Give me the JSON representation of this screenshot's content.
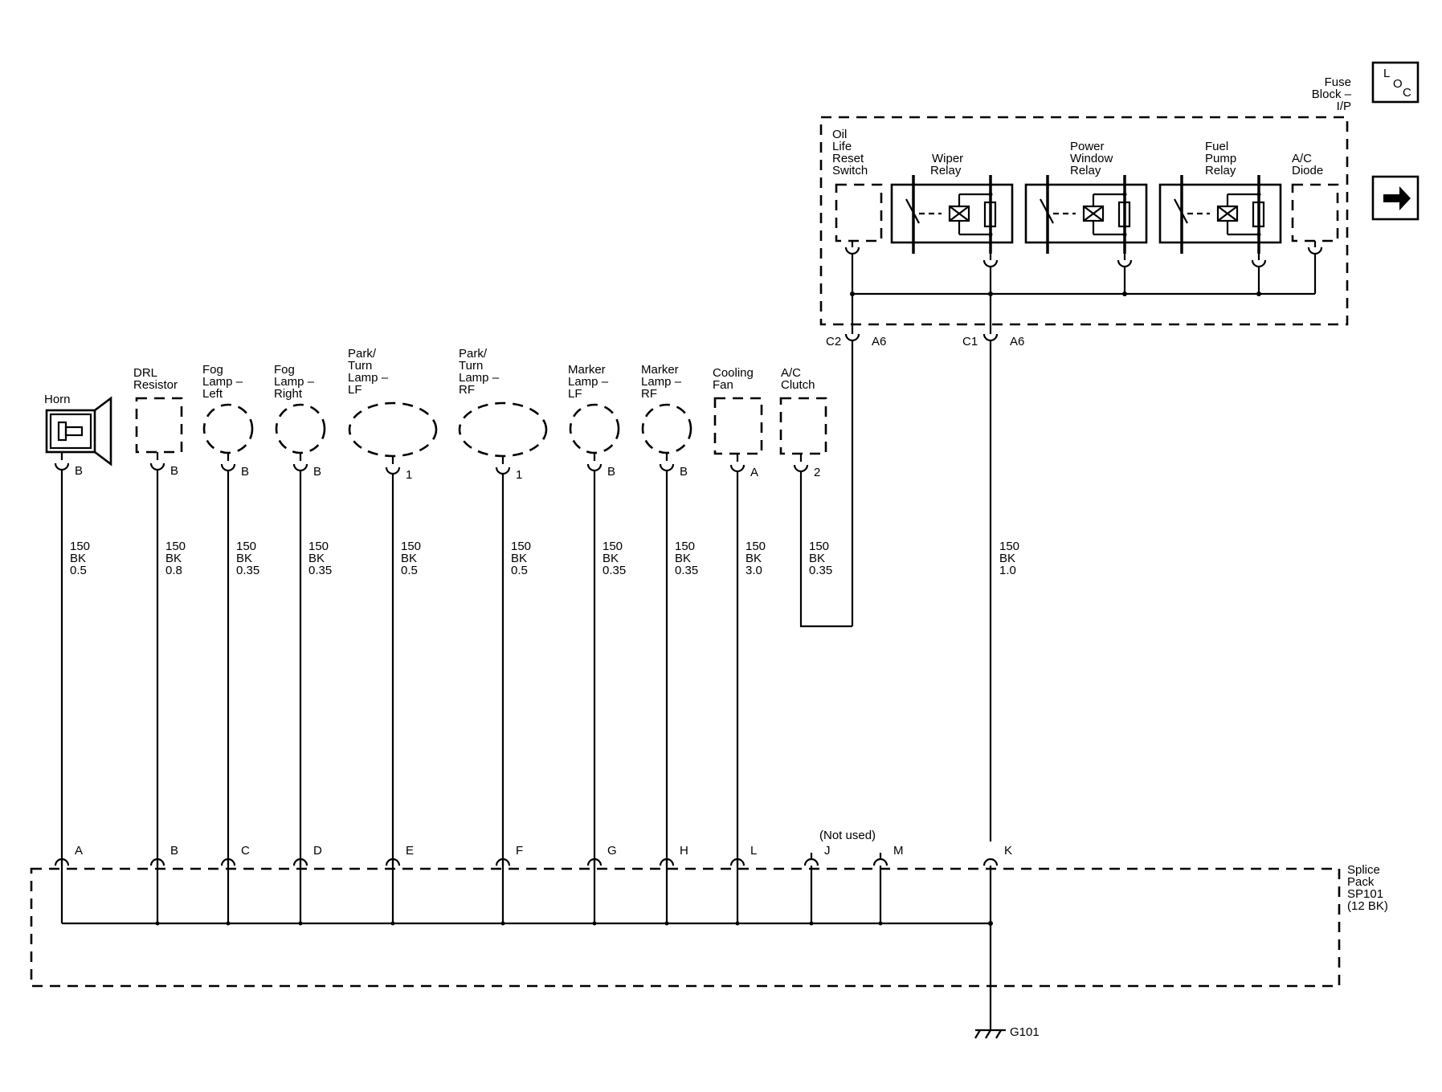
{
  "loc_icon": {
    "letters": [
      "L",
      "O",
      "C"
    ]
  },
  "next_icon": "arrow-right-icon",
  "fuse_block": {
    "label": [
      "Fuse",
      "Block –",
      "I/P"
    ],
    "components": [
      {
        "id": "oil",
        "label": [
          "Oil",
          "Life",
          "Reset",
          "Switch"
        ]
      },
      {
        "id": "wiper",
        "label": [
          "Wiper",
          "Relay"
        ]
      },
      {
        "id": "pwr",
        "label": [
          "Power",
          "Window",
          "Relay"
        ]
      },
      {
        "id": "fuel",
        "label": [
          "Fuel",
          "Pump",
          "Relay"
        ]
      },
      {
        "id": "ac_diode",
        "label": [
          "A/C",
          "Diode"
        ]
      }
    ],
    "connectors": [
      {
        "conn": "C2",
        "pin": "A6"
      },
      {
        "conn": "C1",
        "pin": "A6"
      }
    ]
  },
  "loads": [
    {
      "id": "horn",
      "label": [
        "Horn"
      ],
      "pin": "B",
      "circuit": [
        "150",
        "BK",
        "0.5"
      ],
      "splice_pin": "A"
    },
    {
      "id": "drl",
      "label": [
        "DRL",
        "Resistor"
      ],
      "pin": "B",
      "circuit": [
        "150",
        "BK",
        "0.8"
      ],
      "splice_pin": "B"
    },
    {
      "id": "fogl",
      "label": [
        "Fog",
        "Lamp –",
        "Left"
      ],
      "pin": "B",
      "circuit": [
        "150",
        "BK",
        "0.35"
      ],
      "splice_pin": "C"
    },
    {
      "id": "fogr",
      "label": [
        "Fog",
        "Lamp –",
        "Right"
      ],
      "pin": "B",
      "circuit": [
        "150",
        "BK",
        "0.35"
      ],
      "splice_pin": "D"
    },
    {
      "id": "parklf",
      "label": [
        "Park/",
        "Turn",
        "Lamp –",
        "LF"
      ],
      "pin": "1",
      "circuit": [
        "150",
        "BK",
        "0.5"
      ],
      "splice_pin": "E"
    },
    {
      "id": "parkrf",
      "label": [
        "Park/",
        "Turn",
        "Lamp –",
        "RF"
      ],
      "pin": "1",
      "circuit": [
        "150",
        "BK",
        "0.5"
      ],
      "splice_pin": "F"
    },
    {
      "id": "marklf",
      "label": [
        "Marker",
        "Lamp –",
        "LF"
      ],
      "pin": "B",
      "circuit": [
        "150",
        "BK",
        "0.35"
      ],
      "splice_pin": "G"
    },
    {
      "id": "markrf",
      "label": [
        "Marker",
        "Lamp –",
        "RF"
      ],
      "pin": "B",
      "circuit": [
        "150",
        "BK",
        "0.35"
      ],
      "splice_pin": "H"
    },
    {
      "id": "fan",
      "label": [
        "Cooling",
        "Fan"
      ],
      "pin": "A",
      "circuit": [
        "150",
        "BK",
        "3.0"
      ],
      "splice_pin": "L"
    },
    {
      "id": "acclutch",
      "label": [
        "A/C",
        "Clutch"
      ],
      "pin": "2",
      "circuit": [
        "150",
        "BK",
        "0.35"
      ]
    }
  ],
  "fuse_block_circuit": [
    "150",
    "BK",
    "1.0"
  ],
  "splice": {
    "label": [
      "Splice",
      "Pack",
      "SP101",
      "(12 BK)"
    ],
    "unused_pins": [
      "J",
      "M"
    ],
    "fuse_pin": "K",
    "not_used_text": "(Not used)"
  },
  "ground": {
    "label": "G101"
  }
}
